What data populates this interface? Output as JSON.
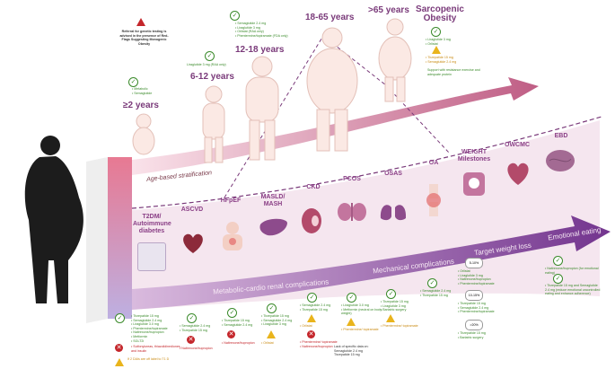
{
  "age_arrow": {
    "label": "Age-based stratification",
    "groups": [
      {
        "age": "≥2 years",
        "items": [
          "Metabolic",
          "Semaglutide"
        ]
      },
      {
        "age": "6-12 years",
        "items": [
          "Liraglutide 3 mg (RAA only)"
        ]
      },
      {
        "age": "12-18 years",
        "items": [
          "Semaglutide 2.4 mg",
          "Liraglutide 3 mg",
          "Orlistat (RAA only)",
          "Phentermine/topiramate (FDA only)"
        ]
      },
      {
        "age": "18-65 years"
      },
      {
        "age": ">65 years"
      },
      {
        "age": "Sarcopenic Obesity",
        "green": [
          "Liraglutide 3 mg",
          "Orlistat"
        ],
        "orange": [
          "Tirzepatide 15 mg",
          "Semaglutide 2.4 mg"
        ],
        "support": "Support with resistance exercise and adequate protein"
      }
    ],
    "referral_note": "Referral for genetic testing is advised in the presence of Red-Flags Suggesting Monogenic Obesity"
  },
  "complications_arrow": {
    "metabolic_label": "Metabolic-cardio renal complications",
    "mechanical_label": "Mechanical complications",
    "target_label": "Target weight loss",
    "emotional_label": "Emotional eating"
  },
  "conditions": [
    {
      "name": "T2DM/ Autoimmune diabetes",
      "green": [
        "Tirzepatide 15 mg",
        "Semaglutide 2.4 mg",
        "Liraglutide 3.0 mg",
        "Phentermine/topiramate",
        "Naltrexone/bupropion",
        "Metformin",
        "SGLT2i"
      ],
      "red": [
        "Sulfonylureas, thiazolidinediones, and insulin"
      ],
      "orange": [
        "If 2 DAIs are off label to T1 D"
      ]
    },
    {
      "name": "ASCVD",
      "green": [
        "Semaglutide 2.4 mg",
        "Tirzepatide 15 mg"
      ],
      "red": [
        "Naltrexone/bupropion"
      ]
    },
    {
      "name": "HFpEF",
      "green": [
        "Tirzepatide 15 mg",
        "Semaglutide 2.4 mg"
      ],
      "red": [
        "Naltrexone/bupropion"
      ]
    },
    {
      "name": "MASLD/ MASH",
      "green": [
        "Tirzepatide 15 mg",
        "Semaglutide 2.4 mg",
        "Liraglutide 3 mg"
      ],
      "orange": [
        "Orlistat"
      ]
    },
    {
      "name": "CKD",
      "green": [
        "Semaglutide 2.4 mg",
        "Tirzepatide 15 mg"
      ],
      "orange": [
        "Orlistat"
      ],
      "red": [
        "Phentermine/ topiramate",
        "Naltrexone/bupropion"
      ]
    },
    {
      "name": "PCOS",
      "green": [
        "Liraglutide 3.0 mg",
        "Metformin (neutral on body weight)"
      ],
      "orange": [
        "Phentermine/ topiramate"
      ],
      "note": "Lack of specific data on:",
      "note_items": [
        "Semaglutide 2.4 mg",
        "Tirzepatide 15 mg"
      ]
    },
    {
      "name": "OSAS",
      "green": [
        "Tirzepatide 15 mg",
        "Liraglutide 3 mg",
        "Bariatric surgery"
      ],
      "orange": [
        "Phentermine/ topiramate"
      ]
    },
    {
      "name": "OA",
      "green": [
        "Semaglutide 2.4 mg",
        "Tirzepatide 15 mg"
      ]
    },
    {
      "name": "WEIGHT Milestones",
      "tiers": [
        "5-10%",
        "10-15%",
        ">20%"
      ],
      "green": [
        "Orlistat",
        "Liraglutide 3 mg",
        "Naltrexone/bupropion",
        "Phentermine/topiramate",
        "Tirzepatide 15 mg",
        "Semaglutide 2.4 mg",
        "Phentermine/topiramate",
        "Tirzepatide 15 mg",
        "Bariatric surgery"
      ]
    },
    {
      "name": "OWCMC"
    },
    {
      "name": "EBD",
      "green": [
        "Naltrexone/bupropion (for emotional eating)",
        "Tirzepatide 15 mg and Semaglutide 2.4 mg (reduce emotional uncontrolled eating and enhance adherence)"
      ]
    }
  ],
  "colors": {
    "purple": "#8a3f86",
    "pink": "#e7a8c3",
    "green": "#3a8a2a",
    "red": "#c4262b",
    "orange": "#e9b41c"
  }
}
